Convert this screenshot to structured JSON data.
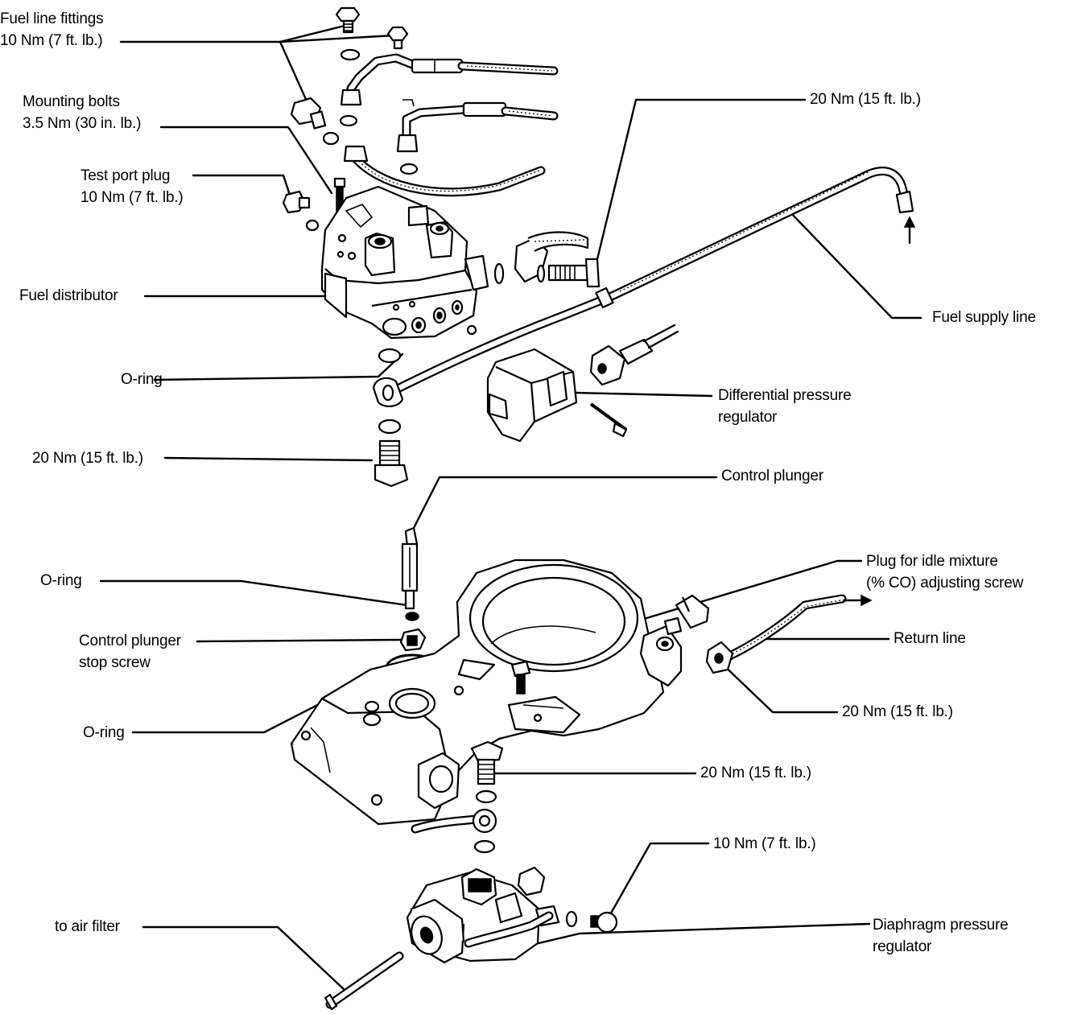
{
  "labels": {
    "fuel_line_fittings": [
      "Fuel line fittings",
      "10 Nm (7 ft. lb.)"
    ],
    "mounting_bolts": [
      "Mounting bolts",
      "3.5 Nm (30 in. lb.)"
    ],
    "test_port_plug": [
      "Test port plug",
      "10 Nm (7 ft. lb.)"
    ],
    "fuel_distributor": [
      "Fuel distributor"
    ],
    "o_ring_top": [
      "O-ring"
    ],
    "torque_banjo_top": [
      "20 Nm (15 ft. lb.)"
    ],
    "torque_supply_fitting": [
      "20 Nm (15 ft. lb.)"
    ],
    "fuel_supply_line": [
      "Fuel supply line"
    ],
    "differential_pressure_regulator": [
      "Differential pressure",
      "regulator"
    ],
    "control_plunger": [
      "Control plunger"
    ],
    "plug_idle_mixture": [
      "Plug for idle mixture",
      "(% CO) adjusting screw"
    ],
    "o_ring_plunger": [
      "O-ring"
    ],
    "control_plunger_stop_screw": [
      "Control plunger",
      "stop screw"
    ],
    "return_line": [
      "Return line"
    ],
    "o_ring_base": [
      "O-ring"
    ],
    "torque_return_line": [
      "20 Nm (15 ft. lb.)"
    ],
    "torque_base_bolt": [
      "20 Nm (15 ft. lb.)"
    ],
    "torque_regulator_plug": [
      "10 Nm (7 ft. lb.)"
    ],
    "to_air_filter": [
      "to air filter"
    ],
    "diaphragm_pressure_regulator": [
      "Diaphragm pressure",
      "regulator"
    ]
  },
  "colors": {
    "ink": "#000000",
    "paper": "#ffffff"
  }
}
